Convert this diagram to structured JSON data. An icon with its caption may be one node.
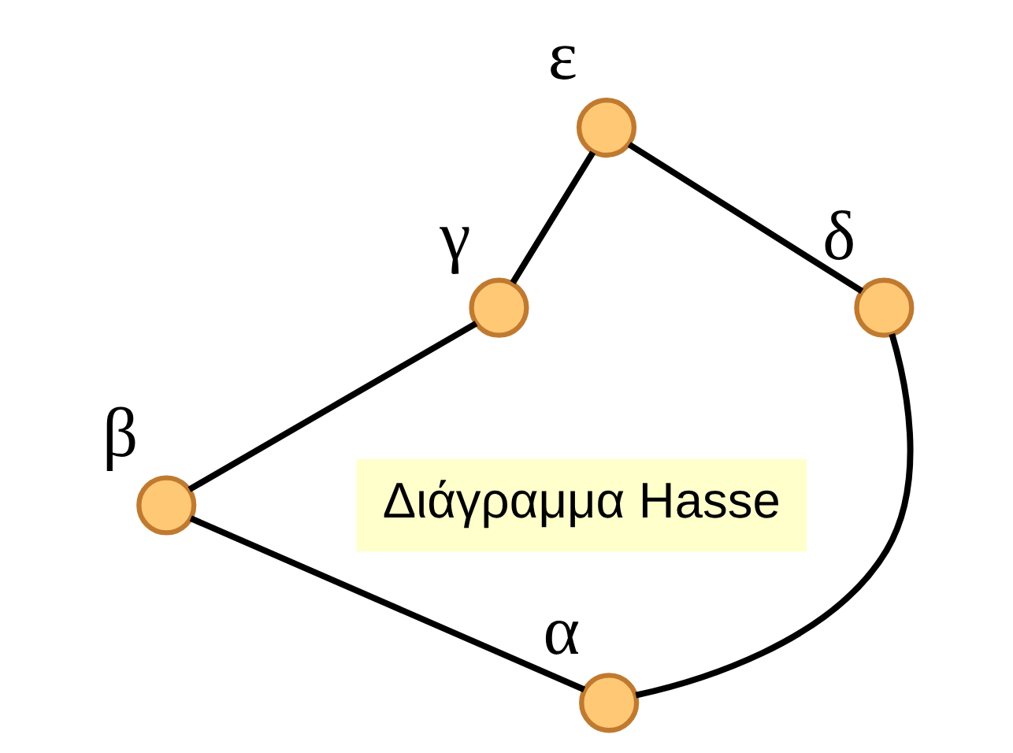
{
  "diagram": {
    "nodes": [
      {
        "text": [],
        "shape": "circle",
        "beside": [
          "ε"
        ]
      },
      {
        "text": [],
        "shape": "circle",
        "beside": [
          "δ"
        ]
      },
      {
        "text": [],
        "shape": "circle",
        "beside": [
          "γ"
        ]
      },
      {
        "text": [],
        "shape": "circle",
        "beside": [
          "β"
        ]
      },
      {
        "text": [],
        "shape": "circle",
        "beside": [
          "α"
        ]
      },
      {
        "text": [
          "Διάγραμμα Hasse"
        ]
      }
    ],
    "edges": [
      {
        "from": 0,
        "to": 2,
        "arrow": "none"
      },
      {
        "from": 0,
        "to": 1,
        "arrow": "none"
      },
      {
        "from": 2,
        "to": 3,
        "arrow": "none"
      },
      {
        "from": 3,
        "to": 4,
        "arrow": "none"
      },
      {
        "from": 1,
        "to": 4,
        "arrow": "none"
      }
    ]
  }
}
